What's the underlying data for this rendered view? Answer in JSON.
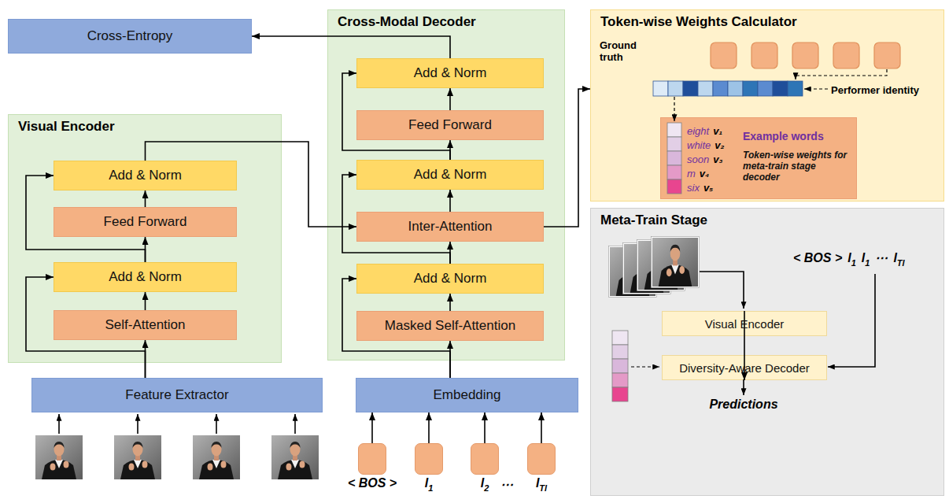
{
  "diagram": {
    "nodes": [
      {
        "text": [
          "Cross-Entropy"
        ]
      },
      {
        "text": [
          "Visual Encoder"
        ]
      },
      {
        "text": [
          "Add & Norm"
        ],
        "in": 1
      },
      {
        "text": [
          "Feed Forward"
        ],
        "in": 1
      },
      {
        "text": [
          "Add & Norm"
        ],
        "in": 1
      },
      {
        "text": [
          "Self-Attention"
        ],
        "in": 1
      },
      {
        "text": [
          "Feature Extractor"
        ]
      },
      {
        "text": [
          "Cross-Modal Decoder"
        ]
      },
      {
        "text": [
          "Add & Norm"
        ],
        "in": 7
      },
      {
        "text": [
          "Feed Forward"
        ],
        "in": 7
      },
      {
        "text": [
          "Add & Norm"
        ],
        "in": 7
      },
      {
        "text": [
          "Inter-Attention"
        ],
        "in": 7
      },
      {
        "text": [
          "Add & Norm"
        ],
        "in": 7
      },
      {
        "text": [
          "Masked Self-Attention"
        ],
        "in": 7
      },
      {
        "text": [
          "Embedding"
        ]
      },
      {
        "text": [
          "< BOS >"
        ]
      },
      {
        "text": [
          "l",
          "1"
        ]
      },
      {
        "text": [
          "l",
          "2"
        ]
      },
      {
        "text": [
          "l",
          "Tl"
        ]
      },
      {
        "text": [
          "Token-wise Weights Calculator"
        ]
      },
      {
        "text": [
          "Example words",
          "eight",
          "v₁",
          "white",
          "v₂",
          "soon",
          "v₃",
          "m",
          "v₄",
          "six",
          "v₅",
          "Token-wise weights for meta-train stage decoder"
        ],
        "in": 19
      },
      {
        "text": [
          "Meta-Train Stage"
        ]
      },
      {
        "text": [
          "Visual Encoder"
        ],
        "in": 21
      },
      {
        "text": [
          "Diversity-Aware Decoder"
        ],
        "in": 21
      }
    ],
    "edges": [
      {
        "from": 6,
        "to": 5,
        "arrow": "to"
      },
      {
        "from": 6,
        "to": 4,
        "arrow": "to"
      },
      {
        "from": 5,
        "to": 4,
        "arrow": "to"
      },
      {
        "from": 4,
        "to": 3,
        "arrow": "to"
      },
      {
        "from": 4,
        "to": 2,
        "arrow": "to"
      },
      {
        "from": 3,
        "to": 2,
        "arrow": "to"
      },
      {
        "from": 2,
        "to": 11,
        "arrow": "to"
      },
      {
        "from": 14,
        "to": 13,
        "arrow": "to"
      },
      {
        "from": 14,
        "to": 12,
        "arrow": "to"
      },
      {
        "from": 13,
        "to": 12,
        "arrow": "to"
      },
      {
        "from": 12,
        "to": 11,
        "arrow": "to"
      },
      {
        "from": 12,
        "to": 10,
        "arrow": "to"
      },
      {
        "from": 11,
        "to": 10,
        "arrow": "to"
      },
      {
        "from": 10,
        "to": 9,
        "arrow": "to"
      },
      {
        "from": 10,
        "to": 8,
        "arrow": "to"
      },
      {
        "from": 9,
        "to": 8,
        "arrow": "to"
      },
      {
        "from": 8,
        "to": 0,
        "arrow": "to"
      },
      {
        "from": 15,
        "to": 14,
        "arrow": "to"
      },
      {
        "from": 16,
        "to": 14,
        "arrow": "to"
      },
      {
        "from": 17,
        "to": 14,
        "arrow": "to"
      },
      {
        "from": 18,
        "to": 14,
        "arrow": "to"
      },
      {
        "from": 11,
        "to": 19,
        "arrow": "to"
      },
      {
        "from": 22,
        "to": 23,
        "arrow": "to"
      }
    ],
    "labels": [
      "Ground truth",
      "Performer identity",
      "⋯",
      "< BOS >",
      "l",
      "1",
      "l",
      "1",
      "⋯",
      "l",
      "Tl",
      "Predictions"
    ]
  }
}
